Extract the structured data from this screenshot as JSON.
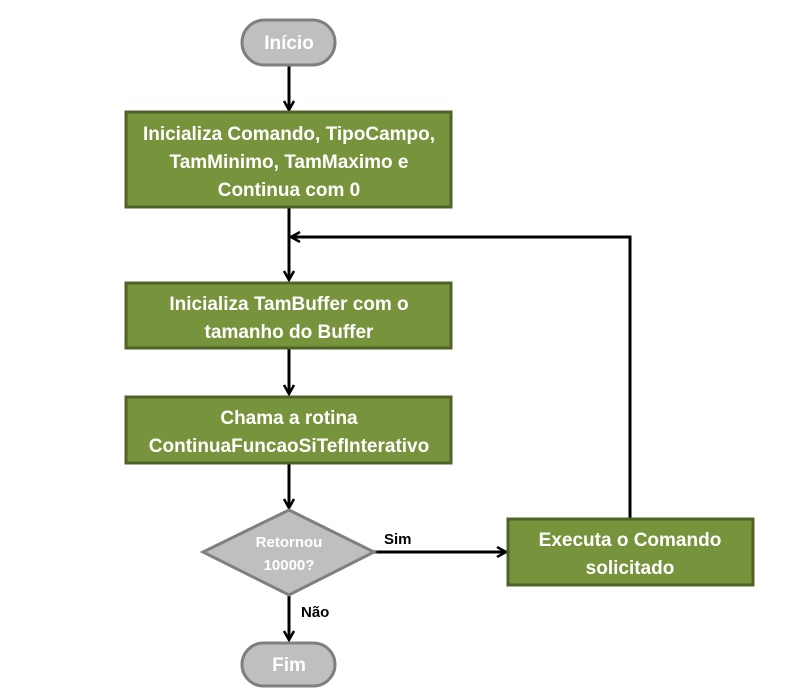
{
  "diagram": {
    "type": "flowchart",
    "colors": {
      "process_fill": "#77933C",
      "process_stroke": "#4F6228",
      "terminal_fill": "#BFBFBF",
      "terminal_stroke": "#7F7F7F",
      "text_light": "#FFFFFF",
      "connector": "#000000"
    },
    "nodes": {
      "start": {
        "shape": "terminal",
        "lines": [
          "Início"
        ]
      },
      "init_fields": {
        "shape": "process",
        "lines": [
          "Inicializa Comando, TipoCampo,",
          "TamMinimo, TamMaximo e",
          "Continua com 0"
        ]
      },
      "init_buffer": {
        "shape": "process",
        "lines": [
          "Inicializa TamBuffer com o",
          "tamanho do Buffer"
        ]
      },
      "call_routine": {
        "shape": "process",
        "lines": [
          "Chama a rotina",
          "ContinuaFuncaoSiTefInterativo"
        ]
      },
      "decision": {
        "shape": "decision",
        "lines": [
          "Retornou",
          "10000?"
        ]
      },
      "execute": {
        "shape": "process",
        "lines": [
          "Executa o Comando",
          "solicitado"
        ]
      },
      "end": {
        "shape": "terminal",
        "lines": [
          "Fim"
        ]
      }
    },
    "edges": [
      {
        "from": "start",
        "to": "init_fields",
        "label": ""
      },
      {
        "from": "init_fields",
        "to": "init_buffer",
        "label": ""
      },
      {
        "from": "init_buffer",
        "to": "call_routine",
        "label": ""
      },
      {
        "from": "call_routine",
        "to": "decision",
        "label": ""
      },
      {
        "from": "decision",
        "to": "execute",
        "label": "Sim"
      },
      {
        "from": "decision",
        "to": "end",
        "label": "Não"
      },
      {
        "from": "execute",
        "to": "init_buffer",
        "label": ""
      }
    ]
  }
}
